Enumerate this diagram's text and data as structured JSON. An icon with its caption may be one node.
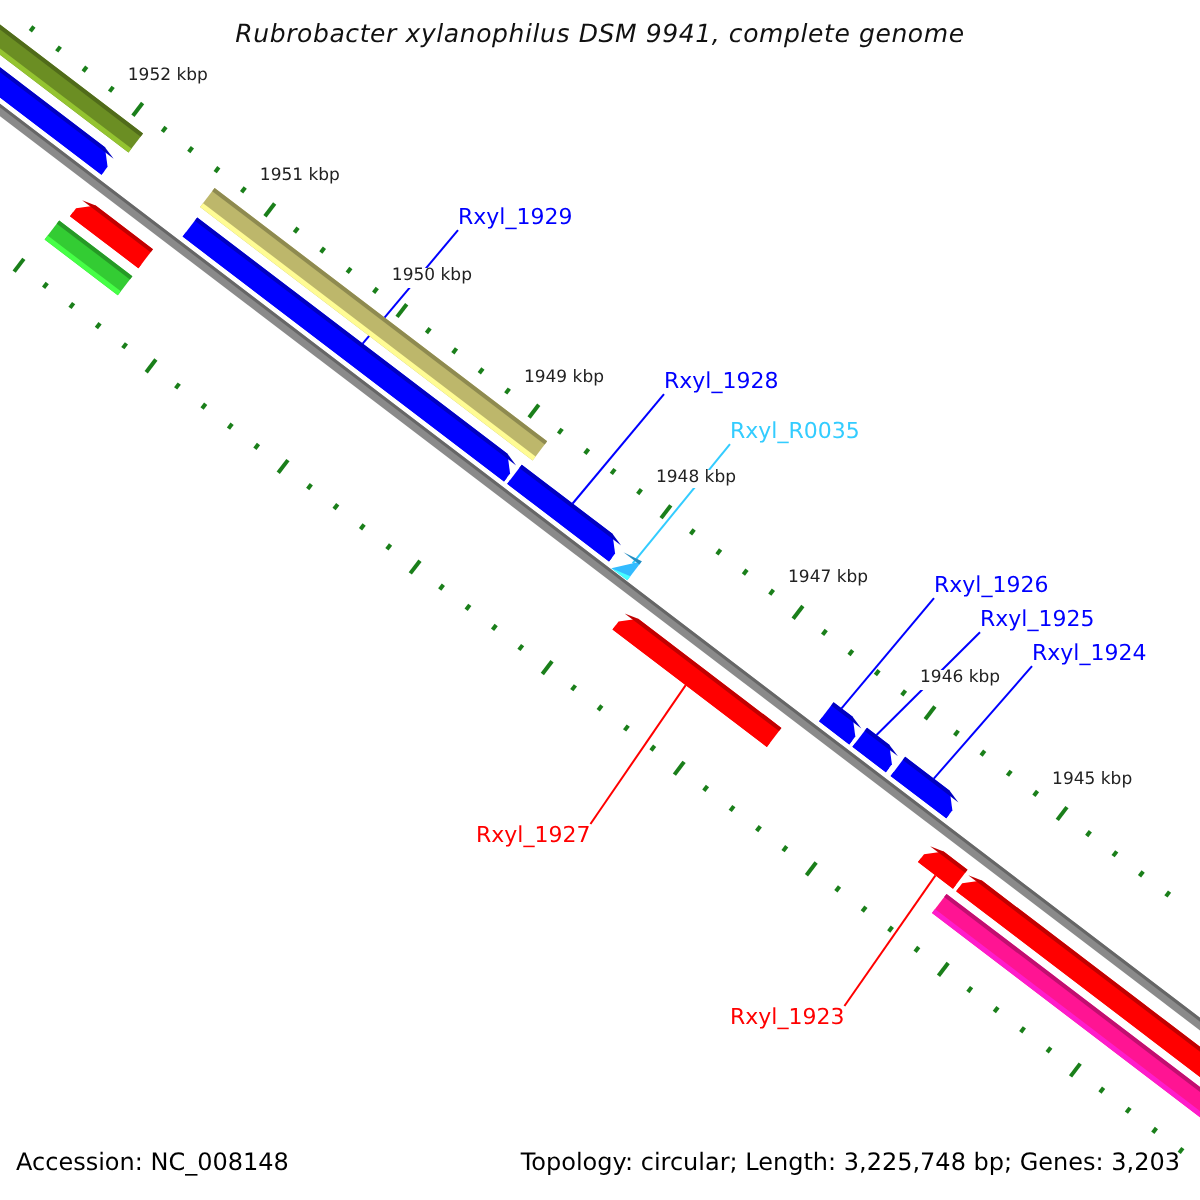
{
  "diagram": {
    "title": "Rubrobacter xylanophilus DSM 9941, complete genome",
    "nodes": [
      {
        "text": [
          "Rxyl_1929"
        ]
      },
      {
        "text": [
          "Rxyl_1928"
        ]
      },
      {
        "text": [
          "Rxyl_R0035"
        ]
      },
      {
        "text": [
          "Rxyl_1926"
        ]
      },
      {
        "text": [
          "Rxyl_1925"
        ]
      },
      {
        "text": [
          "Rxyl_1924"
        ]
      },
      {
        "text": [
          "Rxyl_1927"
        ]
      },
      {
        "text": [
          "Rxyl_1923"
        ]
      },
      {
        "text": [],
        "shape": "bar"
      },
      {
        "text": [],
        "shape": "arrow"
      },
      {
        "text": [],
        "shape": "arrow"
      },
      {
        "text": [],
        "shape": "bar"
      },
      {
        "text": [],
        "shape": "bar"
      },
      {
        "text": [],
        "shape": "arrow"
      },
      {
        "text": [],
        "shape": "arrow"
      },
      {
        "text": [],
        "shape": "triangle"
      },
      {
        "text": [],
        "shape": "arrow"
      },
      {
        "text": [],
        "shape": "arrow"
      },
      {
        "text": [],
        "shape": "arrow"
      },
      {
        "text": [],
        "shape": "arrow"
      },
      {
        "text": [],
        "shape": "arrow"
      },
      {
        "text": [],
        "shape": "arrow"
      },
      {
        "text": [],
        "shape": "bar"
      }
    ],
    "edges": [
      {
        "from": 0,
        "to": 13,
        "arrow": "none"
      },
      {
        "from": 1,
        "to": 14,
        "arrow": "none"
      },
      {
        "from": 2,
        "to": 15,
        "arrow": "none",
        "color": "#33ccff"
      },
      {
        "from": 3,
        "to": 17,
        "arrow": "none"
      },
      {
        "from": 4,
        "to": 18,
        "arrow": "none"
      },
      {
        "from": 5,
        "to": 19,
        "arrow": "none"
      },
      {
        "from": 6,
        "to": 16,
        "arrow": "none",
        "color": "#ff0000"
      },
      {
        "from": 7,
        "to": 20,
        "arrow": "none",
        "color": "#ff0000"
      }
    ],
    "labels": [
      "1952 kbp",
      "1951 kbp",
      "1950 kbp",
      "1949 kbp",
      "1948 kbp",
      "1947 kbp",
      "1946 kbp",
      "1945 kbp",
      "Accession: NC_008148",
      "Topology: circular; Length: 3,225,748 bp; Genes: 3,203"
    ]
  }
}
